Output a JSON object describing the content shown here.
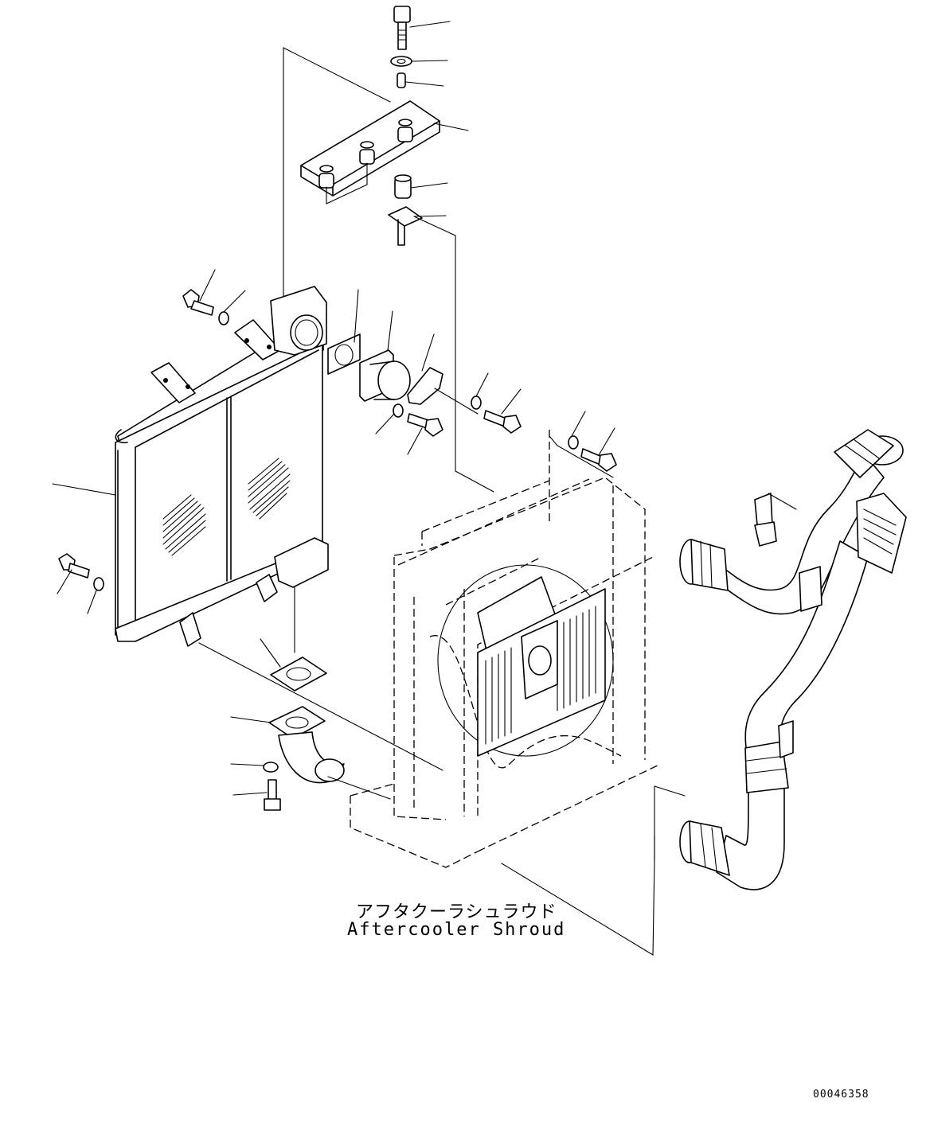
{
  "diagram": {
    "shroud_label_jp": "アフタクーラシュラウド",
    "shroud_label_en": "Aftercooler Shroud",
    "document_number": "00046358"
  },
  "colors": {
    "line": "#000000",
    "background": "#ffffff"
  }
}
